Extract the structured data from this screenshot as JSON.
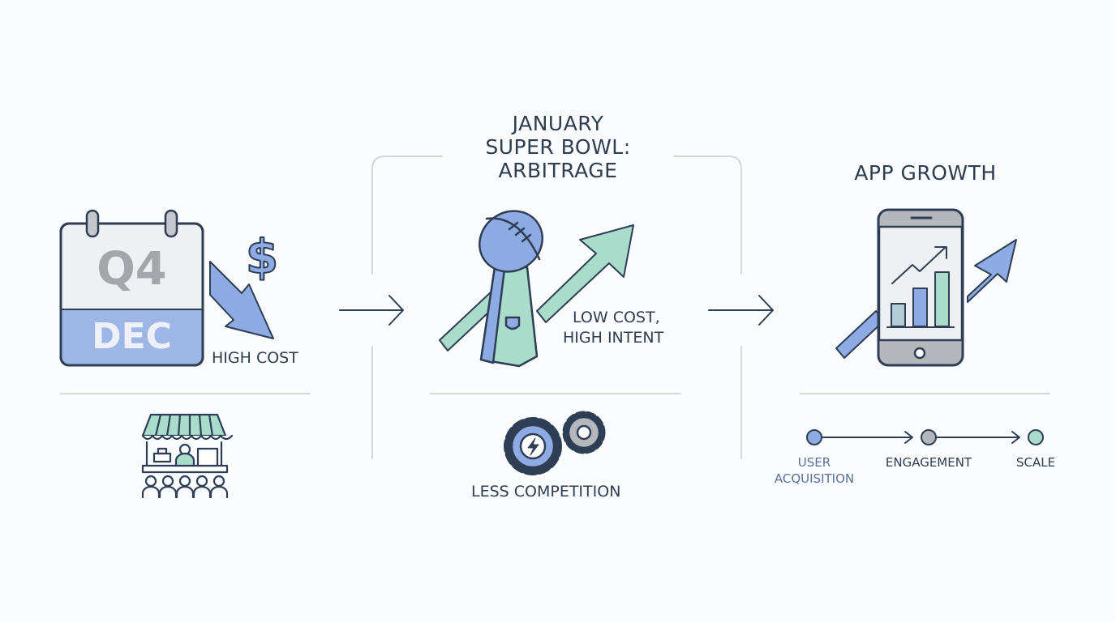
{
  "colors": {
    "navy": "#2d3e55",
    "blue": "#8eabe3",
    "mint": "#a9dccb",
    "gray": "#b4b7bc",
    "text": "#2f3d50",
    "accent_text": "#5a6f9a"
  },
  "left": {
    "calendar_top": "Q4",
    "calendar_bottom": "DEC",
    "cost_label": "HIGH COST",
    "icon": "market-stall-crowd"
  },
  "middle": {
    "title_lines": [
      "JANUARY",
      "SUPER BOWL:",
      "ARBITRAGE"
    ],
    "callout_lines": [
      "LOW COST,",
      "HIGH INTENT"
    ],
    "bottom_label": "LESS COMPETITION"
  },
  "right": {
    "title": "APP GROWTH",
    "steps": [
      {
        "label_lines": [
          "USER",
          "ACQUISITION"
        ]
      },
      {
        "label_lines": [
          "ENGAGEMENT"
        ]
      },
      {
        "label_lines": [
          "SCALE"
        ]
      }
    ]
  }
}
